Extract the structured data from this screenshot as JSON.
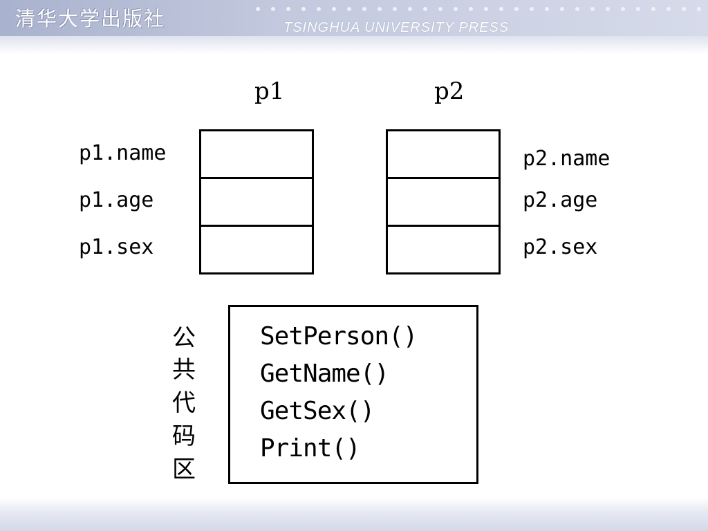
{
  "header": {
    "publisher_cn": "清华大学出版社",
    "publisher_en": "TSINGHUA UNIVERSITY PRESS"
  },
  "objects": [
    {
      "title": "p1",
      "fields": [
        "p1.name",
        "p1.age",
        "p1.sex"
      ]
    },
    {
      "title": "p2",
      "fields": [
        "p2.name",
        "p2.age",
        "p2.sex"
      ]
    }
  ],
  "shared_code": {
    "label_chars": [
      "公",
      "共",
      "代",
      "码",
      "区"
    ],
    "methods": [
      "SetPerson()",
      "GetName()",
      "GetSex()",
      "Print()"
    ]
  }
}
